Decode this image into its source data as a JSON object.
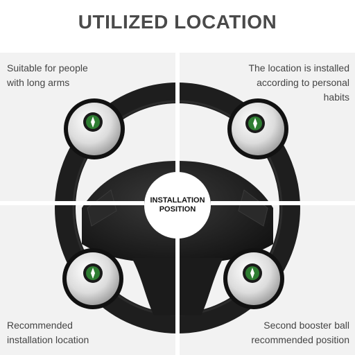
{
  "title": "UTILIZED LOCATION",
  "center": {
    "line1": "INSTALLATION",
    "line2": "POSITION"
  },
  "captions": {
    "top_left": {
      "line1": "Suitable for people",
      "line2": "with long arms"
    },
    "top_right": {
      "line1": "The location is installed",
      "line2": "according to personal",
      "line3": "habits"
    },
    "bottom_left": {
      "line1": "Recommended",
      "line2": "installation location"
    },
    "bottom_right": {
      "line1": "Second booster ball",
      "line2": "recommended position"
    }
  },
  "colors": {
    "panel": "#f2f2f2",
    "wheel": "#1e1e1e",
    "knob_face": "#d9d9d9",
    "compass": "#2e7d32"
  }
}
